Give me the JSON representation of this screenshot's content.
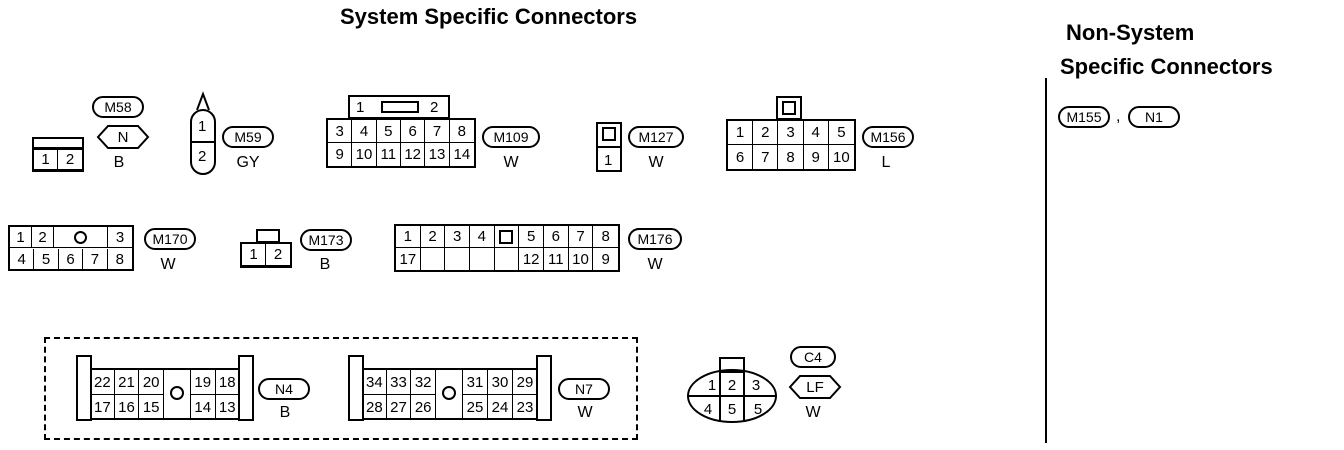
{
  "headings": {
    "system": "System Specific Connectors",
    "non_system_1": "Non-System",
    "non_system_2": "Specific Connectors"
  },
  "non_system": {
    "list": [
      "M155",
      "N1"
    ],
    "separator": ","
  },
  "connectors": {
    "M58": {
      "id": "M58",
      "color": "B",
      "pins": [
        "1",
        "2"
      ],
      "terminal": "N"
    },
    "M59": {
      "id": "M59",
      "color": "GY",
      "pins": [
        "1",
        "2"
      ]
    },
    "M109": {
      "id": "M109",
      "color": "W",
      "pins": [
        "1",
        "2",
        "3",
        "4",
        "5",
        "6",
        "7",
        "8",
        "9",
        "10",
        "11",
        "12",
        "13",
        "14"
      ]
    },
    "M127": {
      "id": "M127",
      "color": "W",
      "pins": [
        "1"
      ]
    },
    "M156": {
      "id": "M156",
      "color": "L",
      "pins": [
        "1",
        "2",
        "3",
        "4",
        "5",
        "6",
        "7",
        "8",
        "9",
        "10"
      ]
    },
    "M170": {
      "id": "M170",
      "color": "W",
      "pins": [
        "1",
        "2",
        "3",
        "4",
        "5",
        "6",
        "7",
        "8"
      ]
    },
    "M173": {
      "id": "M173",
      "color": "B",
      "pins": [
        "1",
        "2"
      ]
    },
    "M176": {
      "id": "M176",
      "color": "W",
      "pins": [
        "1",
        "2",
        "3",
        "4",
        "5",
        "6",
        "7",
        "8",
        "17",
        "12",
        "11",
        "10",
        "9"
      ]
    },
    "N4": {
      "id": "N4",
      "color": "B",
      "pins": [
        "22",
        "21",
        "20",
        "19",
        "18",
        "17",
        "16",
        "15",
        "14",
        "13"
      ]
    },
    "N7": {
      "id": "N7",
      "color": "W",
      "pins": [
        "34",
        "33",
        "32",
        "31",
        "30",
        "29",
        "28",
        "27",
        "26",
        "25",
        "24",
        "23"
      ]
    },
    "C4": {
      "id": "C4",
      "color": "W",
      "pins": [
        "1",
        "2",
        "3",
        "4",
        "5",
        "5"
      ],
      "terminal": "LF"
    }
  }
}
